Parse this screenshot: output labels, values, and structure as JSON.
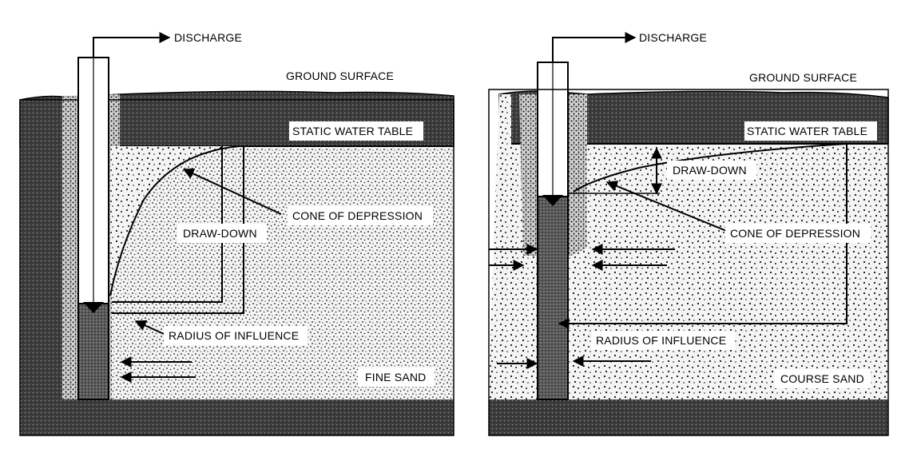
{
  "left_panel": {
    "discharge": "DISCHARGE",
    "ground_surface": "GROUND SURFACE",
    "static_water_table": "STATIC WATER TABLE",
    "cone_of_depression": "CONE OF DEPRESSION",
    "draw_down": "DRAW-DOWN",
    "radius_of_influence": "RADIUS OF INFLUENCE",
    "soil": "FINE SAND"
  },
  "right_panel": {
    "discharge": "DISCHARGE",
    "ground_surface": "GROUND SURFACE",
    "static_water_table": "STATIC WATER TABLE",
    "draw_down": "DRAW-DOWN",
    "cone_of_depression": "CONE OF DEPRESSION",
    "radius_of_influence": "RADIUS OF INFLUENCE",
    "soil": "COURSE SAND"
  }
}
